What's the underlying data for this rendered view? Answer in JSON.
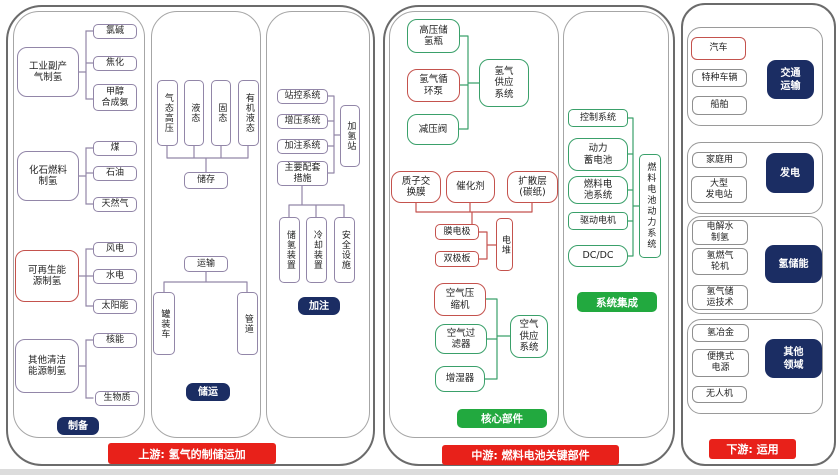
{
  "upstream": {
    "banner": "上游: 氢气的制储运加",
    "preparation": {
      "badge": "制备",
      "industrial": {
        "parent": "工业副产\n气制氢",
        "children": [
          "氯碱",
          "焦化",
          "甲醇\n合成氨"
        ]
      },
      "fossil": {
        "parent": "化石燃料\n制氢",
        "children": [
          "煤",
          "石油",
          "天然气"
        ]
      },
      "renewable": {
        "parent": "可再生能\n源制氢",
        "children": [
          "风电",
          "水电",
          "太阳能"
        ]
      },
      "other_clean": {
        "parent": "其他清洁\n能源制氢",
        "children": [
          "核能",
          "生物质"
        ]
      }
    },
    "storage_transport": {
      "badge": "储运",
      "storage": {
        "label": "储存",
        "modes": [
          "气态高压",
          "液态",
          "固态",
          "有机液态"
        ]
      },
      "transport": {
        "label": "运输",
        "modes": [
          "罐装车",
          "管道"
        ]
      }
    },
    "refueling": {
      "badge": "加注",
      "station": "加氢站",
      "systems": [
        "站控系统",
        "增压系统",
        "加注系统",
        "主要配套\n措施"
      ],
      "facilities": [
        "储氢装置",
        "冷却装置",
        "安全设施"
      ]
    }
  },
  "midstream": {
    "banner": "中游: 燃料电池关键部件",
    "core_badge": "核心部件",
    "hydrogen_supply": {
      "label": "氢气\n供应\n系统",
      "parts": [
        "高压储\n氢瓶",
        "氢气循\n环泵",
        "减压阀"
      ]
    },
    "stack": {
      "materials": [
        "质子交\n换膜",
        "催化剂",
        "扩散层\n(碳纸)"
      ],
      "components": [
        "膜电极",
        "双极板"
      ],
      "label": "电堆"
    },
    "air_supply": {
      "label": "空气\n供应\n系统",
      "parts": [
        "空气压\n缩机",
        "空气过\n滤器",
        "增湿器"
      ]
    },
    "integration": {
      "badge": "系统集成",
      "label": "燃料电池动力系统",
      "parts": [
        "控制系统",
        "动力\n蓄电池",
        "燃料电\n池系统",
        "驱动电机",
        "DC/DC"
      ]
    }
  },
  "downstream": {
    "banner": "下游: 运用",
    "sectors": [
      {
        "badge": "交通\n运输",
        "items": [
          "汽车",
          "特种车辆",
          "船舶"
        ]
      },
      {
        "badge": "发电",
        "items": [
          "家庭用",
          "大型\n发电站"
        ]
      },
      {
        "badge": "氢储能",
        "items": [
          "电解水\n制氢",
          "氢燃气\n轮机",
          "氢气储\n运技术"
        ]
      },
      {
        "badge": "其他\n领域",
        "items": [
          "氢冶金",
          "便携式\n电源",
          "无人机"
        ]
      }
    ]
  },
  "colors": {
    "banner_red": "#e8211a",
    "badge_navy": "#1b2d63",
    "badge_green": "#22a93f",
    "line_purple": "#9286a8",
    "line_green": "#3aa06a",
    "line_red": "#c4524d",
    "panel_border": "#6b6b6b"
  }
}
